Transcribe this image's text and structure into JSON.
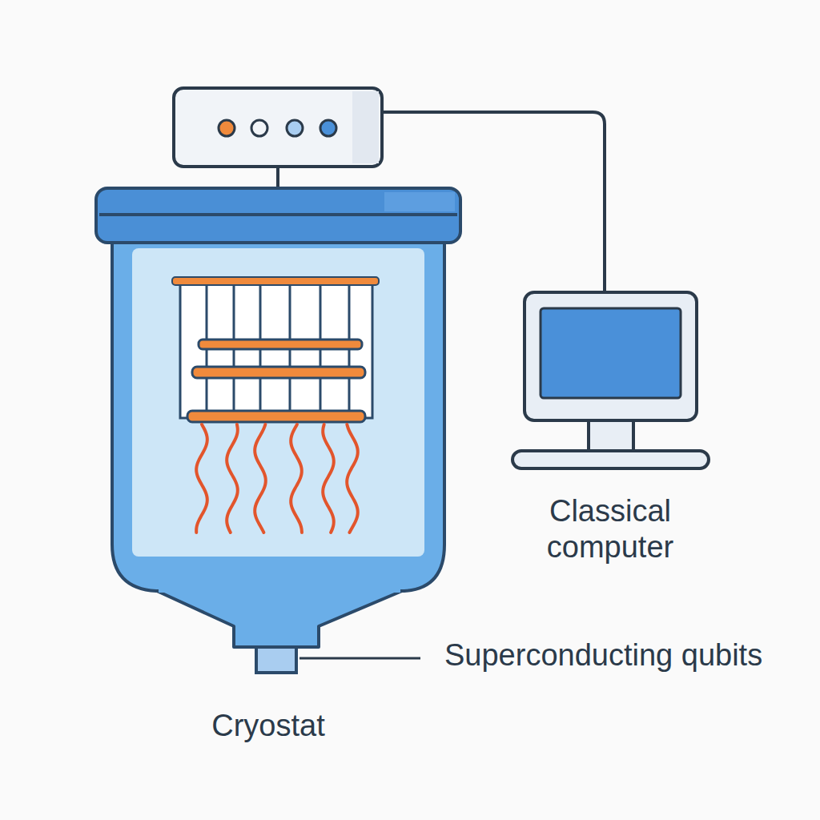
{
  "diagram": {
    "nodes": [
      {
        "text": [
          "Cryostat"
        ]
      },
      {
        "text": [
          "Classical computer"
        ]
      }
    ],
    "labels": [
      "Superconducting qubits"
    ]
  }
}
